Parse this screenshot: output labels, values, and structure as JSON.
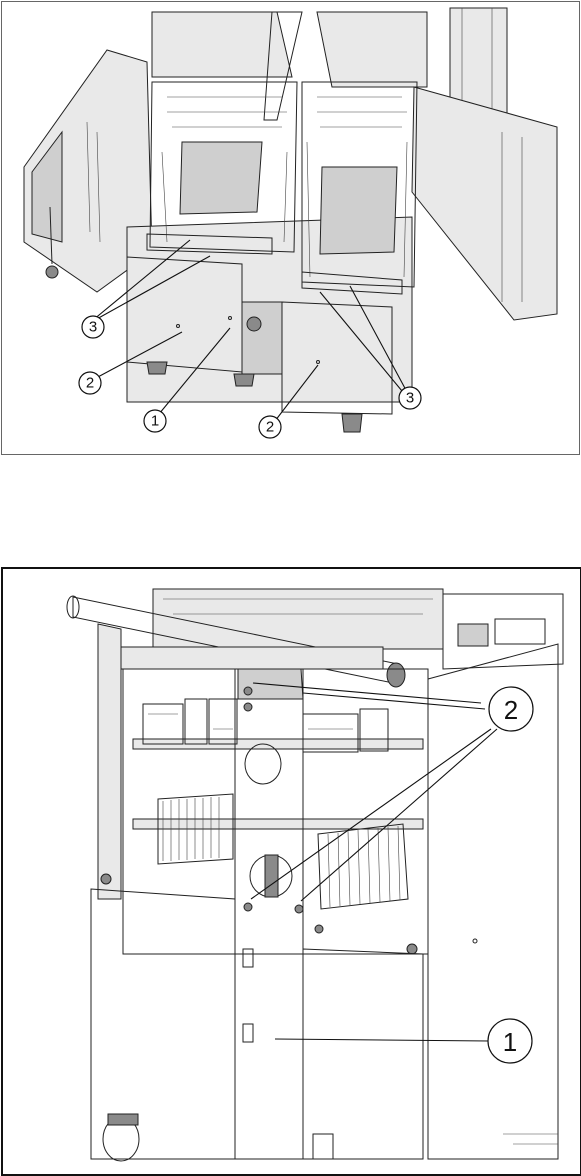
{
  "figures": [
    {
      "id": "top",
      "callouts": [
        {
          "label": "1"
        },
        {
          "label": "2"
        },
        {
          "label": "2"
        },
        {
          "label": "3"
        },
        {
          "label": "3"
        }
      ]
    },
    {
      "id": "bottom",
      "callouts": [
        {
          "label": "2"
        },
        {
          "label": "1"
        }
      ]
    }
  ]
}
